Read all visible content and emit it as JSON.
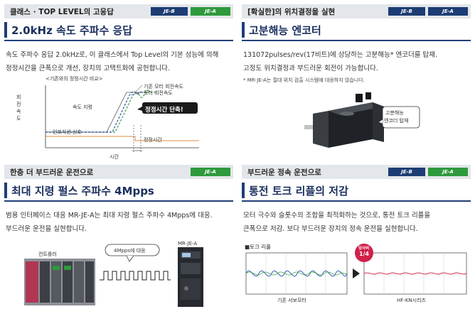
{
  "panels": {
    "top_left": {
      "header": "클래스 · TOP LEVEL의 고응답",
      "badges": [
        "JE-B",
        "JE-A"
      ],
      "title": "2.0kHz 속도 주파수 응답",
      "desc_line1": "속도 주파수 응답 2.0kHz로, 이 클래스에서 Top Level의 기본 성능에 의해",
      "desc_line2": "정정시간을 큰폭으로 개선, 장치의 고택트화에 공헌합니다.",
      "figure": {
        "caption": "<기존와의 정정시간 비교>",
        "y_axis_label": "회전속도",
        "legend_existing": "기존 모터 회전속도",
        "legend_motor": "모터 회전속도",
        "speed_command_label": "속도 지령",
        "position_signal_label": "인포지션 신호",
        "settling_time_label": "정정시간",
        "x_axis_label": "시간",
        "callout": "정정시간 단축!",
        "colors": {
          "command": "#555555",
          "existing": "#3aa14a",
          "motor": "#2f52a8",
          "inposition": "#e08a3c",
          "callout": "#1a1a1a"
        }
      }
    },
    "top_right": {
      "header": "[확실한]의 위치결정을 실현",
      "badges": [
        "JE-B",
        "JE-A"
      ],
      "title": "고분해능 엔코터",
      "desc_line1": "131072pulses/rev(17비트)에 상당하는 고분해능* 엔코더를 탑재.",
      "desc_line2": "고정도 위치결정과 부드러운 회전이 가능합니다.",
      "note": "* MR-JE-A는 절대 위치 검출 시스템에 대응하지 않습니다.",
      "figure": {
        "callout_line1": "고분해능",
        "callout_line2": "엔코더 탑재"
      }
    },
    "bottom_left": {
      "header": "한층 더 부드러운 운전으로",
      "badges": [
        "JE-A"
      ],
      "title": "최대 지령 펄스 주파수 4Mpps",
      "desc_line1": "범용 인터페이스 대응 MR-JE-A는 최대 지령 펄스 주파수 4Mpps에 대응.",
      "desc_line2": "부드러운 운전을 실현합니다.",
      "figure": {
        "controller_label": "컨트롤러",
        "amp_label": "MR-JE-A",
        "callout": "4Mpps에 대응"
      }
    },
    "bottom_right": {
      "header": "부드러운 정속 운전으로",
      "badges": [
        "JE-B",
        "JE-A"
      ],
      "title": "통전 토크 리플의 저감",
      "desc_line1": "모터 극수와 슬롯수의 조합을 최적화하는 것으로, 통전 토크 리플을",
      "desc_line2": "큰폭으로 저감. 보다 부드러운 장치의 정속 운전을 실현합니다.",
      "figure": {
        "section_label": "■토크 리플",
        "left_label": "기존 서보모터",
        "right_label": "HF-KN시리즈",
        "badge_line1": "당사비",
        "badge_line2": "1/4",
        "colors": {
          "wave_blue": "#3d5fb5",
          "wave_green": "#3aa14a",
          "wave_red": "#d0365a",
          "badge": "#d1204a"
        }
      }
    }
  }
}
